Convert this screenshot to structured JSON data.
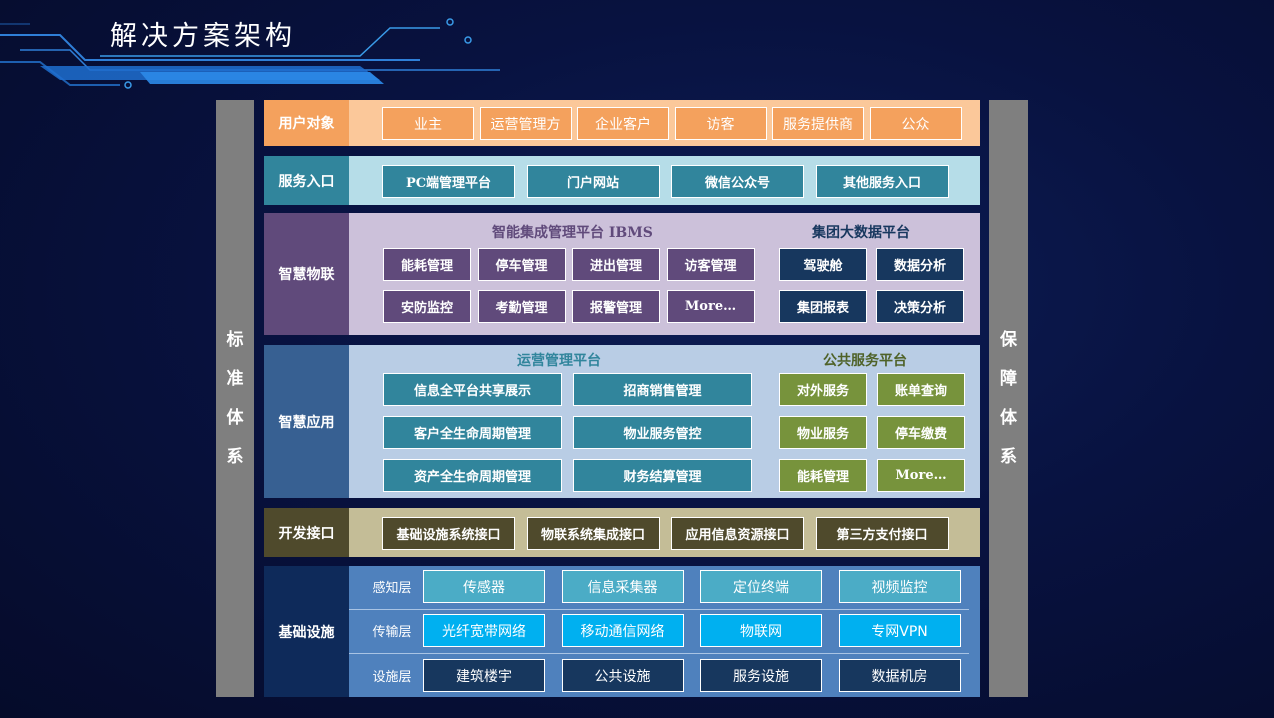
{
  "title": "解决方案架构",
  "left_side": [
    "标",
    "准",
    "体",
    "系"
  ],
  "right_side": [
    "保",
    "障",
    "体",
    "系"
  ],
  "rows": {
    "users": {
      "label": "用户对象",
      "items": [
        "业主",
        "运营管理方",
        "企业客户",
        "访客",
        "服务提供商",
        "公众"
      ]
    },
    "entry": {
      "label": "服务入口",
      "items": [
        "PC端管理平台",
        "门户网站",
        "微信公众号",
        "其他服务入口"
      ]
    },
    "iot": {
      "label": "智慧物联",
      "ibms_title": "智能集成管理平台 IBMS",
      "ibms_items": [
        "能耗管理",
        "停车管理",
        "进出管理",
        "访客管理",
        "安防监控",
        "考勤管理",
        "报警管理",
        "More…"
      ],
      "bigdata_title": "集团大数据平台",
      "bigdata_items": [
        "驾驶舱",
        "数据分析",
        "集团报表",
        "决策分析"
      ]
    },
    "app": {
      "label": "智慧应用",
      "ops_title": "运营管理平台",
      "ops_items": [
        "信息全平台共享展示",
        "招商销售管理",
        "客户全生命周期管理",
        "物业服务管控",
        "资产全生命周期管理",
        "财务结算管理"
      ],
      "public_title": "公共服务平台",
      "public_items": [
        "对外服务",
        "账单查询",
        "物业服务",
        "停车缴费",
        "能耗管理",
        "More…"
      ]
    },
    "dev": {
      "label": "开发接口",
      "items": [
        "基础设施系统接口",
        "物联系统集成接口",
        "应用信息资源接口",
        "第三方支付接口"
      ]
    },
    "infra": {
      "label": "基础设施",
      "layers": [
        {
          "name": "感知层",
          "items": [
            "传感器",
            "信息采集器",
            "定位终端",
            "视频监控"
          ]
        },
        {
          "name": "传输层",
          "items": [
            "光纤宽带网络",
            "移动通信网络",
            "物联网",
            "专网VPN"
          ]
        },
        {
          "name": "设施层",
          "items": [
            "建筑楼宇",
            "公共设施",
            "服务设施",
            "数据机房"
          ]
        }
      ]
    }
  },
  "colors": {
    "side": "#7f7f7f",
    "users_label": "#f4a15d",
    "users_panel": "#fbc89a",
    "users_box": "#f4a15d",
    "entry_label": "#31859c",
    "entry_panel": "#b6dde8",
    "entry_box": "#31859c",
    "iot_label": "#604a7b",
    "iot_panel": "#ccc1da",
    "iot_box": "#604a7b",
    "bigdata_box": "#17375e",
    "app_label": "#376092",
    "app_panel": "#b9cde5",
    "ops_box": "#31859c",
    "public_box": "#77933c",
    "dev_label": "#4f4a2c",
    "dev_panel": "#c4bd97",
    "dev_box": "#4f4a2c",
    "infra_label": "#0e2a5a",
    "infra_panel": "#4f81bd",
    "sense_box": "#4bacc6",
    "trans_box": "#00b0f0",
    "facility_box": "#17375e"
  }
}
